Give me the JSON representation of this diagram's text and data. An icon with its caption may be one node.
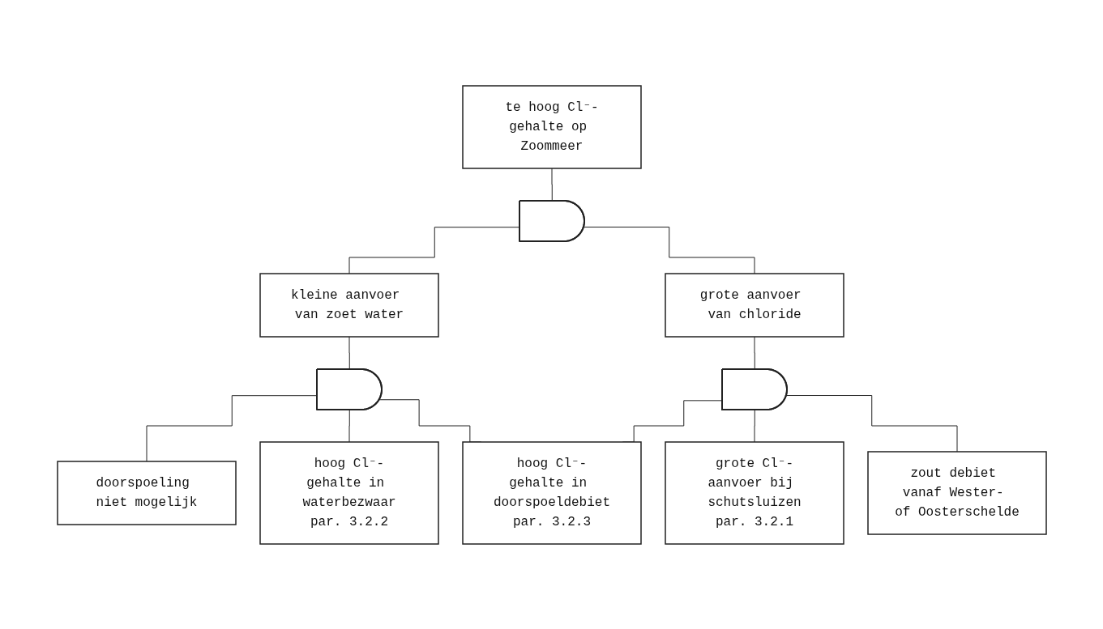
{
  "diagram": {
    "nodes": [
      {
        "text": [
          "te hoog Cl⁻-gehalte op Zoommeer"
        ]
      },
      {
        "text": [],
        "shape": "gate"
      },
      {
        "text": [
          "kleine aanvoer van zoet water"
        ]
      },
      {
        "text": [
          "grote aanvoer van chloride"
        ]
      },
      {
        "text": [],
        "shape": "gate"
      },
      {
        "text": [],
        "shape": "gate"
      },
      {
        "text": [
          "doorspoeling niet mogelijk"
        ]
      },
      {
        "text": [
          "hoog Cl⁻-gehalte in waterbezwaar",
          "par. 3.2.2"
        ]
      },
      {
        "text": [
          "hoog Cl⁻-gehalte in doorspoeldebiet",
          "par. 3.2.3"
        ]
      },
      {
        "text": [
          "grote Cl⁻-aanvoer bij schutsluizen",
          "par. 3.2.1"
        ]
      },
      {
        "text": [
          "zout debiet vanaf Wester- of Oosterschelde"
        ]
      }
    ],
    "edges": [
      {
        "from": 0,
        "to": 1,
        "arrow": "none"
      },
      {
        "from": 1,
        "to": 2,
        "arrow": "none"
      },
      {
        "from": 1,
        "to": 3,
        "arrow": "none"
      },
      {
        "from": 2,
        "to": 4,
        "arrow": "none"
      },
      {
        "from": 3,
        "to": 5,
        "arrow": "none"
      },
      {
        "from": 4,
        "to": 6,
        "arrow": "none"
      },
      {
        "from": 4,
        "to": 7,
        "arrow": "none"
      },
      {
        "from": 4,
        "to": 8,
        "arrow": "none"
      },
      {
        "from": 5,
        "to": 8,
        "arrow": "none"
      },
      {
        "from": 5,
        "to": 9,
        "arrow": "none"
      },
      {
        "from": 5,
        "to": 10,
        "arrow": "none"
      }
    ]
  }
}
